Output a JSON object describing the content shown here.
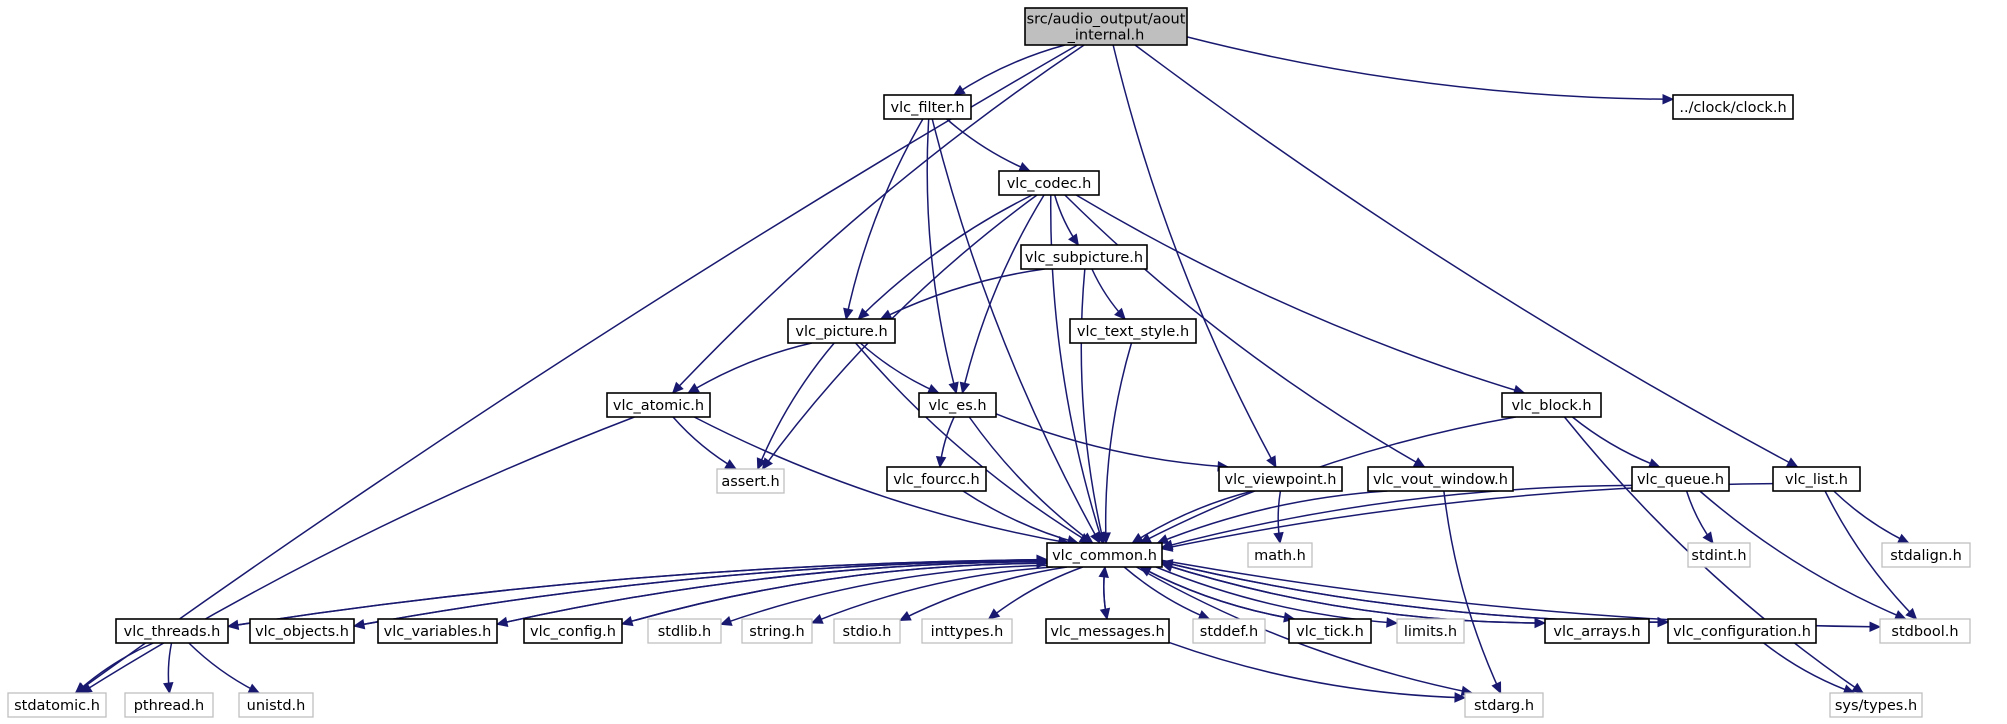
{
  "graph": {
    "title": "",
    "colors": {
      "edge": "#191970",
      "root_fill": "#bfbfbf",
      "external_border": "#bfbfbf",
      "node_border": "#000000"
    },
    "nodes": [
      {
        "id": "root",
        "lines": [
          "src/audio_output/aout",
          "_internal.h"
        ],
        "kind": "root"
      },
      {
        "id": "vlc_filter",
        "lines": [
          "vlc_filter.h"
        ],
        "kind": "doc"
      },
      {
        "id": "clock",
        "lines": [
          "../clock/clock.h"
        ],
        "kind": "doc"
      },
      {
        "id": "vlc_codec",
        "lines": [
          "vlc_codec.h"
        ],
        "kind": "doc"
      },
      {
        "id": "vlc_subpicture",
        "lines": [
          "vlc_subpicture.h"
        ],
        "kind": "doc"
      },
      {
        "id": "vlc_picture",
        "lines": [
          "vlc_picture.h"
        ],
        "kind": "doc"
      },
      {
        "id": "vlc_text_style",
        "lines": [
          "vlc_text_style.h"
        ],
        "kind": "doc"
      },
      {
        "id": "vlc_atomic",
        "lines": [
          "vlc_atomic.h"
        ],
        "kind": "doc"
      },
      {
        "id": "vlc_es",
        "lines": [
          "vlc_es.h"
        ],
        "kind": "doc"
      },
      {
        "id": "vlc_block",
        "lines": [
          "vlc_block.h"
        ],
        "kind": "doc"
      },
      {
        "id": "vlc_list",
        "lines": [
          "vlc_list.h"
        ],
        "kind": "doc"
      },
      {
        "id": "assert",
        "lines": [
          "assert.h"
        ],
        "kind": "ext"
      },
      {
        "id": "vlc_fourcc",
        "lines": [
          "vlc_fourcc.h"
        ],
        "kind": "doc"
      },
      {
        "id": "vlc_viewpoint",
        "lines": [
          "vlc_viewpoint.h"
        ],
        "kind": "doc"
      },
      {
        "id": "vlc_vout_window",
        "lines": [
          "vlc_vout_window.h"
        ],
        "kind": "doc"
      },
      {
        "id": "vlc_queue",
        "lines": [
          "vlc_queue.h"
        ],
        "kind": "doc"
      },
      {
        "id": "vlc_common",
        "lines": [
          "vlc_common.h"
        ],
        "kind": "doc"
      },
      {
        "id": "math",
        "lines": [
          "math.h"
        ],
        "kind": "ext"
      },
      {
        "id": "stdint",
        "lines": [
          "stdint.h"
        ],
        "kind": "ext"
      },
      {
        "id": "stdalign",
        "lines": [
          "stdalign.h"
        ],
        "kind": "ext"
      },
      {
        "id": "vlc_threads",
        "lines": [
          "vlc_threads.h"
        ],
        "kind": "doc"
      },
      {
        "id": "vlc_objects",
        "lines": [
          "vlc_objects.h"
        ],
        "kind": "doc"
      },
      {
        "id": "vlc_variables",
        "lines": [
          "vlc_variables.h"
        ],
        "kind": "doc"
      },
      {
        "id": "vlc_config",
        "lines": [
          "vlc_config.h"
        ],
        "kind": "doc"
      },
      {
        "id": "stdlib",
        "lines": [
          "stdlib.h"
        ],
        "kind": "ext"
      },
      {
        "id": "string",
        "lines": [
          "string.h"
        ],
        "kind": "ext"
      },
      {
        "id": "stdio",
        "lines": [
          "stdio.h"
        ],
        "kind": "ext"
      },
      {
        "id": "inttypes",
        "lines": [
          "inttypes.h"
        ],
        "kind": "ext"
      },
      {
        "id": "vlc_messages",
        "lines": [
          "vlc_messages.h"
        ],
        "kind": "doc"
      },
      {
        "id": "stddef",
        "lines": [
          "stddef.h"
        ],
        "kind": "ext"
      },
      {
        "id": "vlc_tick",
        "lines": [
          "vlc_tick.h"
        ],
        "kind": "doc"
      },
      {
        "id": "limits",
        "lines": [
          "limits.h"
        ],
        "kind": "ext"
      },
      {
        "id": "vlc_arrays",
        "lines": [
          "vlc_arrays.h"
        ],
        "kind": "doc"
      },
      {
        "id": "vlc_configuration",
        "lines": [
          "vlc_configuration.h"
        ],
        "kind": "doc"
      },
      {
        "id": "stdbool",
        "lines": [
          "stdbool.h"
        ],
        "kind": "ext"
      },
      {
        "id": "stdatomic",
        "lines": [
          "stdatomic.h"
        ],
        "kind": "ext"
      },
      {
        "id": "pthread",
        "lines": [
          "pthread.h"
        ],
        "kind": "ext"
      },
      {
        "id": "unistd",
        "lines": [
          "unistd.h"
        ],
        "kind": "ext"
      },
      {
        "id": "stdarg",
        "lines": [
          "stdarg.h"
        ],
        "kind": "ext"
      },
      {
        "id": "sys_types",
        "lines": [
          "sys/types.h"
        ],
        "kind": "ext"
      }
    ],
    "edges": [
      [
        "root",
        "vlc_filter"
      ],
      [
        "root",
        "clock"
      ],
      [
        "root",
        "vlc_atomic"
      ],
      [
        "root",
        "vlc_viewpoint"
      ],
      [
        "root",
        "vlc_list"
      ],
      [
        "root",
        "stdatomic"
      ],
      [
        "vlc_filter",
        "vlc_codec"
      ],
      [
        "vlc_filter",
        "vlc_picture"
      ],
      [
        "vlc_filter",
        "vlc_es"
      ],
      [
        "vlc_filter",
        "vlc_common"
      ],
      [
        "vlc_codec",
        "vlc_subpicture"
      ],
      [
        "vlc_codec",
        "vlc_picture"
      ],
      [
        "vlc_codec",
        "vlc_es"
      ],
      [
        "vlc_codec",
        "assert"
      ],
      [
        "vlc_codec",
        "vlc_common"
      ],
      [
        "vlc_codec",
        "vlc_vout_window"
      ],
      [
        "vlc_codec",
        "vlc_block"
      ],
      [
        "vlc_subpicture",
        "vlc_picture"
      ],
      [
        "vlc_subpicture",
        "vlc_text_style"
      ],
      [
        "vlc_subpicture",
        "vlc_common"
      ],
      [
        "vlc_text_style",
        "vlc_common"
      ],
      [
        "vlc_picture",
        "vlc_atomic"
      ],
      [
        "vlc_picture",
        "vlc_es"
      ],
      [
        "vlc_picture",
        "assert"
      ],
      [
        "vlc_picture",
        "vlc_common"
      ],
      [
        "vlc_atomic",
        "assert"
      ],
      [
        "vlc_atomic",
        "vlc_common"
      ],
      [
        "vlc_atomic",
        "stdatomic"
      ],
      [
        "vlc_es",
        "vlc_fourcc"
      ],
      [
        "vlc_es",
        "vlc_viewpoint"
      ],
      [
        "vlc_es",
        "vlc_common"
      ],
      [
        "vlc_fourcc",
        "vlc_common"
      ],
      [
        "vlc_viewpoint",
        "vlc_common"
      ],
      [
        "vlc_viewpoint",
        "math"
      ],
      [
        "vlc_vout_window",
        "vlc_common"
      ],
      [
        "vlc_vout_window",
        "stdarg"
      ],
      [
        "vlc_block",
        "vlc_queue"
      ],
      [
        "vlc_block",
        "vlc_common"
      ],
      [
        "vlc_block",
        "sys_types"
      ],
      [
        "vlc_queue",
        "vlc_common"
      ],
      [
        "vlc_queue",
        "stdint"
      ],
      [
        "vlc_queue",
        "stdbool"
      ],
      [
        "vlc_list",
        "vlc_common"
      ],
      [
        "vlc_list",
        "stdalign"
      ],
      [
        "vlc_list",
        "stdbool"
      ],
      [
        "vlc_common",
        "vlc_threads"
      ],
      [
        "vlc_common",
        "vlc_objects"
      ],
      [
        "vlc_common",
        "vlc_variables"
      ],
      [
        "vlc_common",
        "vlc_config"
      ],
      [
        "vlc_common",
        "stdlib"
      ],
      [
        "vlc_common",
        "string"
      ],
      [
        "vlc_common",
        "stdio"
      ],
      [
        "vlc_common",
        "inttypes"
      ],
      [
        "vlc_common",
        "vlc_messages"
      ],
      [
        "vlc_common",
        "stddef"
      ],
      [
        "vlc_common",
        "vlc_tick"
      ],
      [
        "vlc_common",
        "limits"
      ],
      [
        "vlc_common",
        "stdarg"
      ],
      [
        "vlc_common",
        "vlc_arrays"
      ],
      [
        "vlc_common",
        "vlc_configuration"
      ],
      [
        "vlc_common",
        "stdbool"
      ],
      [
        "vlc_threads",
        "vlc_common"
      ],
      [
        "vlc_objects",
        "vlc_common"
      ],
      [
        "vlc_variables",
        "vlc_common"
      ],
      [
        "vlc_config",
        "vlc_common"
      ],
      [
        "vlc_messages",
        "vlc_common"
      ],
      [
        "vlc_tick",
        "vlc_common"
      ],
      [
        "vlc_arrays",
        "vlc_common"
      ],
      [
        "vlc_configuration",
        "vlc_common"
      ],
      [
        "vlc_threads",
        "stdatomic"
      ],
      [
        "vlc_threads",
        "pthread"
      ],
      [
        "vlc_threads",
        "unistd"
      ],
      [
        "vlc_messages",
        "stdarg"
      ],
      [
        "vlc_configuration",
        "sys_types"
      ]
    ]
  }
}
